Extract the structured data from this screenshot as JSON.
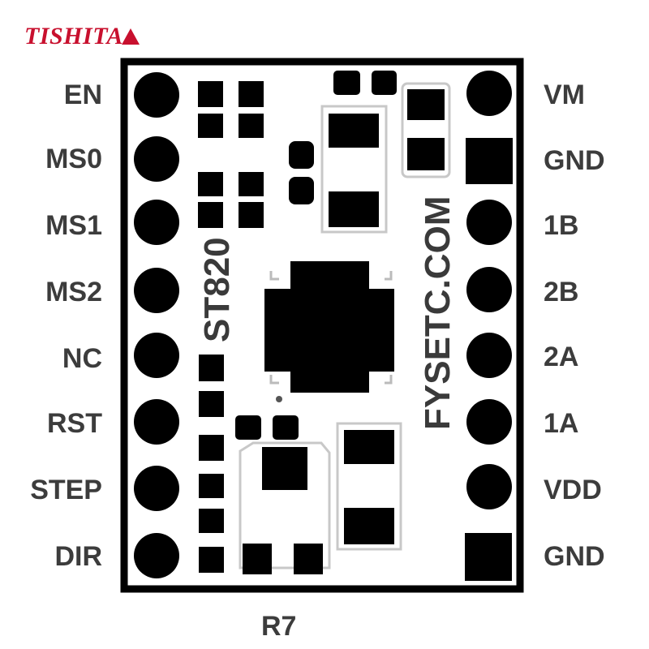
{
  "brand": {
    "name": "TISHITA",
    "color": "#c8102e"
  },
  "board": {
    "chip_label": "ST820",
    "website_label": "FYSETC.COM",
    "footer_label": "R7",
    "left_pins": [
      "EN",
      "MS0",
      "MS1",
      "MS2",
      "NC",
      "RST",
      "STEP",
      "DIR"
    ],
    "right_pins": [
      "VM",
      "GND",
      "1B",
      "2B",
      "2A",
      "1A",
      "VDD",
      "GND"
    ],
    "colors": {
      "ink": "#000000",
      "label": "#3c3c3c",
      "silkscreen_gray": "#3a3a3a"
    }
  }
}
